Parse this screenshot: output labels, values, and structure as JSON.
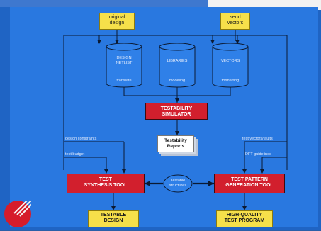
{
  "inputs": {
    "original_design": "original\ndesign",
    "send_vectors": "send\nvectors"
  },
  "databases": {
    "design_netlist": "DESIGN\nNETLIST",
    "libraries": "LIBRARIES",
    "vectors": "VECTORS"
  },
  "subtitles": {
    "translate": "translate",
    "modeling": "modeling",
    "formatting": "formatting"
  },
  "simulator": "TESTABILITY\nSIMULATOR",
  "reports": "Testability\nReports",
  "left_labels": {
    "design_constraints": "design constraints",
    "test_budget": "test budget"
  },
  "right_labels": {
    "test_vectors": "test vectors/faults",
    "dft_guidelines": "DFT guidelines"
  },
  "synthesis_tool": "TEST\nSYNTHESIS TOOL",
  "generation_tool": "TEST PATTERN\nGENERATION TOOL",
  "center_label": "Testable\nstructures",
  "outputs": {
    "testable_design": "TESTABLE\nDESIGN",
    "high_quality": "HIGH-QUALITY\nTEST PROGRAM"
  },
  "colors": {
    "background": "#2978e0",
    "box_yellow": "#f6e04a",
    "box_red": "#d21f2d"
  }
}
